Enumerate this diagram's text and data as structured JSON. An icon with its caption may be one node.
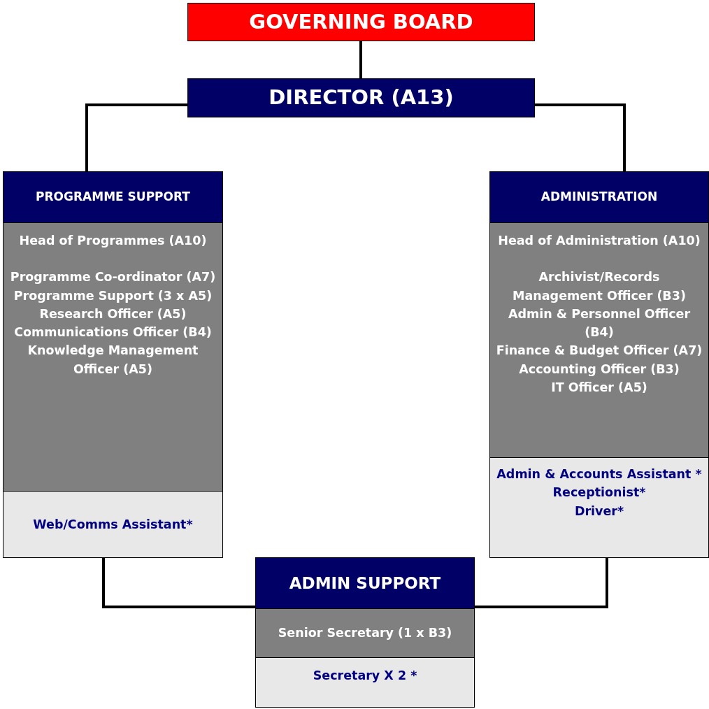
{
  "diagram": {
    "nodes": [
      {
        "text": [
          "GOVERNING BOARD"
        ]
      },
      {
        "text": [
          "DIRECTOR (A13)"
        ]
      },
      {
        "text": [
          "PROGRAMME SUPPORT"
        ]
      },
      {
        "text": [
          "Head of Programmes (A10)",
          "Programme Co-ordinator (A7)",
          "Programme Support (3 x A5)",
          "Research Officer (A5)",
          "Communications Officer (B4)",
          "Knowledge Management Officer (A5)"
        ]
      },
      {
        "text": [
          "Web/Comms Assistant*"
        ]
      },
      {
        "text": [
          "ADMINISTRATION"
        ]
      },
      {
        "text": [
          "Head of Administration (A10)",
          "Archivist/Records Management Officer (B3)",
          "Admin & Personnel Officer (B4)",
          "Finance & Budget Officer (A7)",
          "Accounting Officer (B3)",
          "IT Officer (A5)"
        ]
      },
      {
        "text": [
          "Admin & Accounts Assistant *",
          "Receptionist*",
          "Driver*"
        ]
      },
      {
        "text": [
          "ADMIN SUPPORT"
        ]
      },
      {
        "text": [
          "Senior Secretary (1 x B3)"
        ]
      },
      {
        "text": [
          "Secretary X 2 *"
        ]
      }
    ],
    "edges": [
      {
        "from": 0,
        "to": 1,
        "arrow": "none"
      },
      {
        "from": 1,
        "to": 2,
        "arrow": "none"
      },
      {
        "from": 1,
        "to": 5,
        "arrow": "none"
      },
      {
        "from": 4,
        "to": 8,
        "arrow": "none"
      },
      {
        "from": 7,
        "to": 8,
        "arrow": "none"
      }
    ]
  }
}
